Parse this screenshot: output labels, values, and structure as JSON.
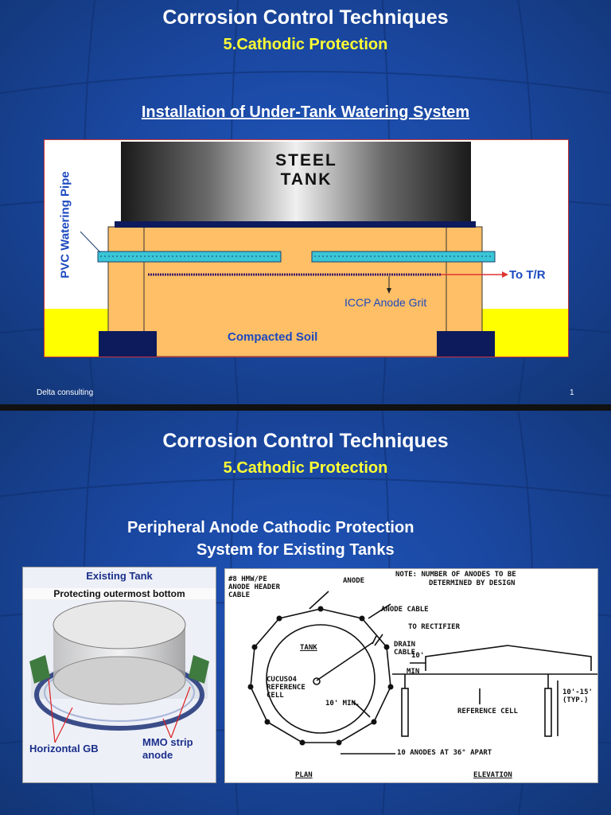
{
  "slide1": {
    "title": "Corrosion Control Techniques",
    "subtitle": "5.Cathodic Protection",
    "heading": "Installation of Under-Tank Watering System",
    "diagram": {
      "tank_label_line1": "STEEL",
      "tank_label_line2": "TANK",
      "pvc_label": "PVC Watering Pipe",
      "to_tr_label": "To T/R",
      "anode_grit_label": "ICCP Anode Grit",
      "soil_label": "Compacted Soil"
    },
    "footer_left": "Delta consulting",
    "page_number": "1"
  },
  "slide2": {
    "title": "Corrosion Control Techniques",
    "subtitle": "5.Cathodic Protection",
    "heading_line1": "Peripheral Anode Cathodic Protection",
    "heading_line2": "System for Existing Tanks",
    "left_figure": {
      "title": "Existing Tank",
      "caption": "Protecting outermost bottom",
      "label_gb": "Horizontal GB",
      "label_mmo_line1": "MMO strip",
      "label_mmo_line2": "anode"
    },
    "right_figure": {
      "cable_label_1": "#8 HMW/PE",
      "cable_label_2": "ANODE HEADER",
      "cable_label_3": "CABLE",
      "anode_label": "ANODE",
      "note_1": "NOTE: NUMBER OF ANODES TO BE",
      "note_2": "DETERMINED BY DESIGN",
      "anode_cable_label": "ANODE CABLE",
      "rectifier_label": "TO RECTIFIER",
      "tank_label": "TANK",
      "drain_label_1": "DRAIN",
      "drain_label_2": "CABLE",
      "ref_label_1": "CUCUSO4",
      "ref_label_2": "REFERENCE",
      "ref_label_3": "CELL",
      "min_label": "10' MIN.",
      "elev_10": "10'",
      "elev_min": "MIN",
      "depth_1": "10'-15'",
      "depth_2": "(TYP.)",
      "reference_cell_label": "REFERENCE CELL",
      "anodes_apart_label": "10 ANODES AT 36° APART",
      "plan_label": "PLAN",
      "elevation_label": "ELEVATION"
    }
  }
}
